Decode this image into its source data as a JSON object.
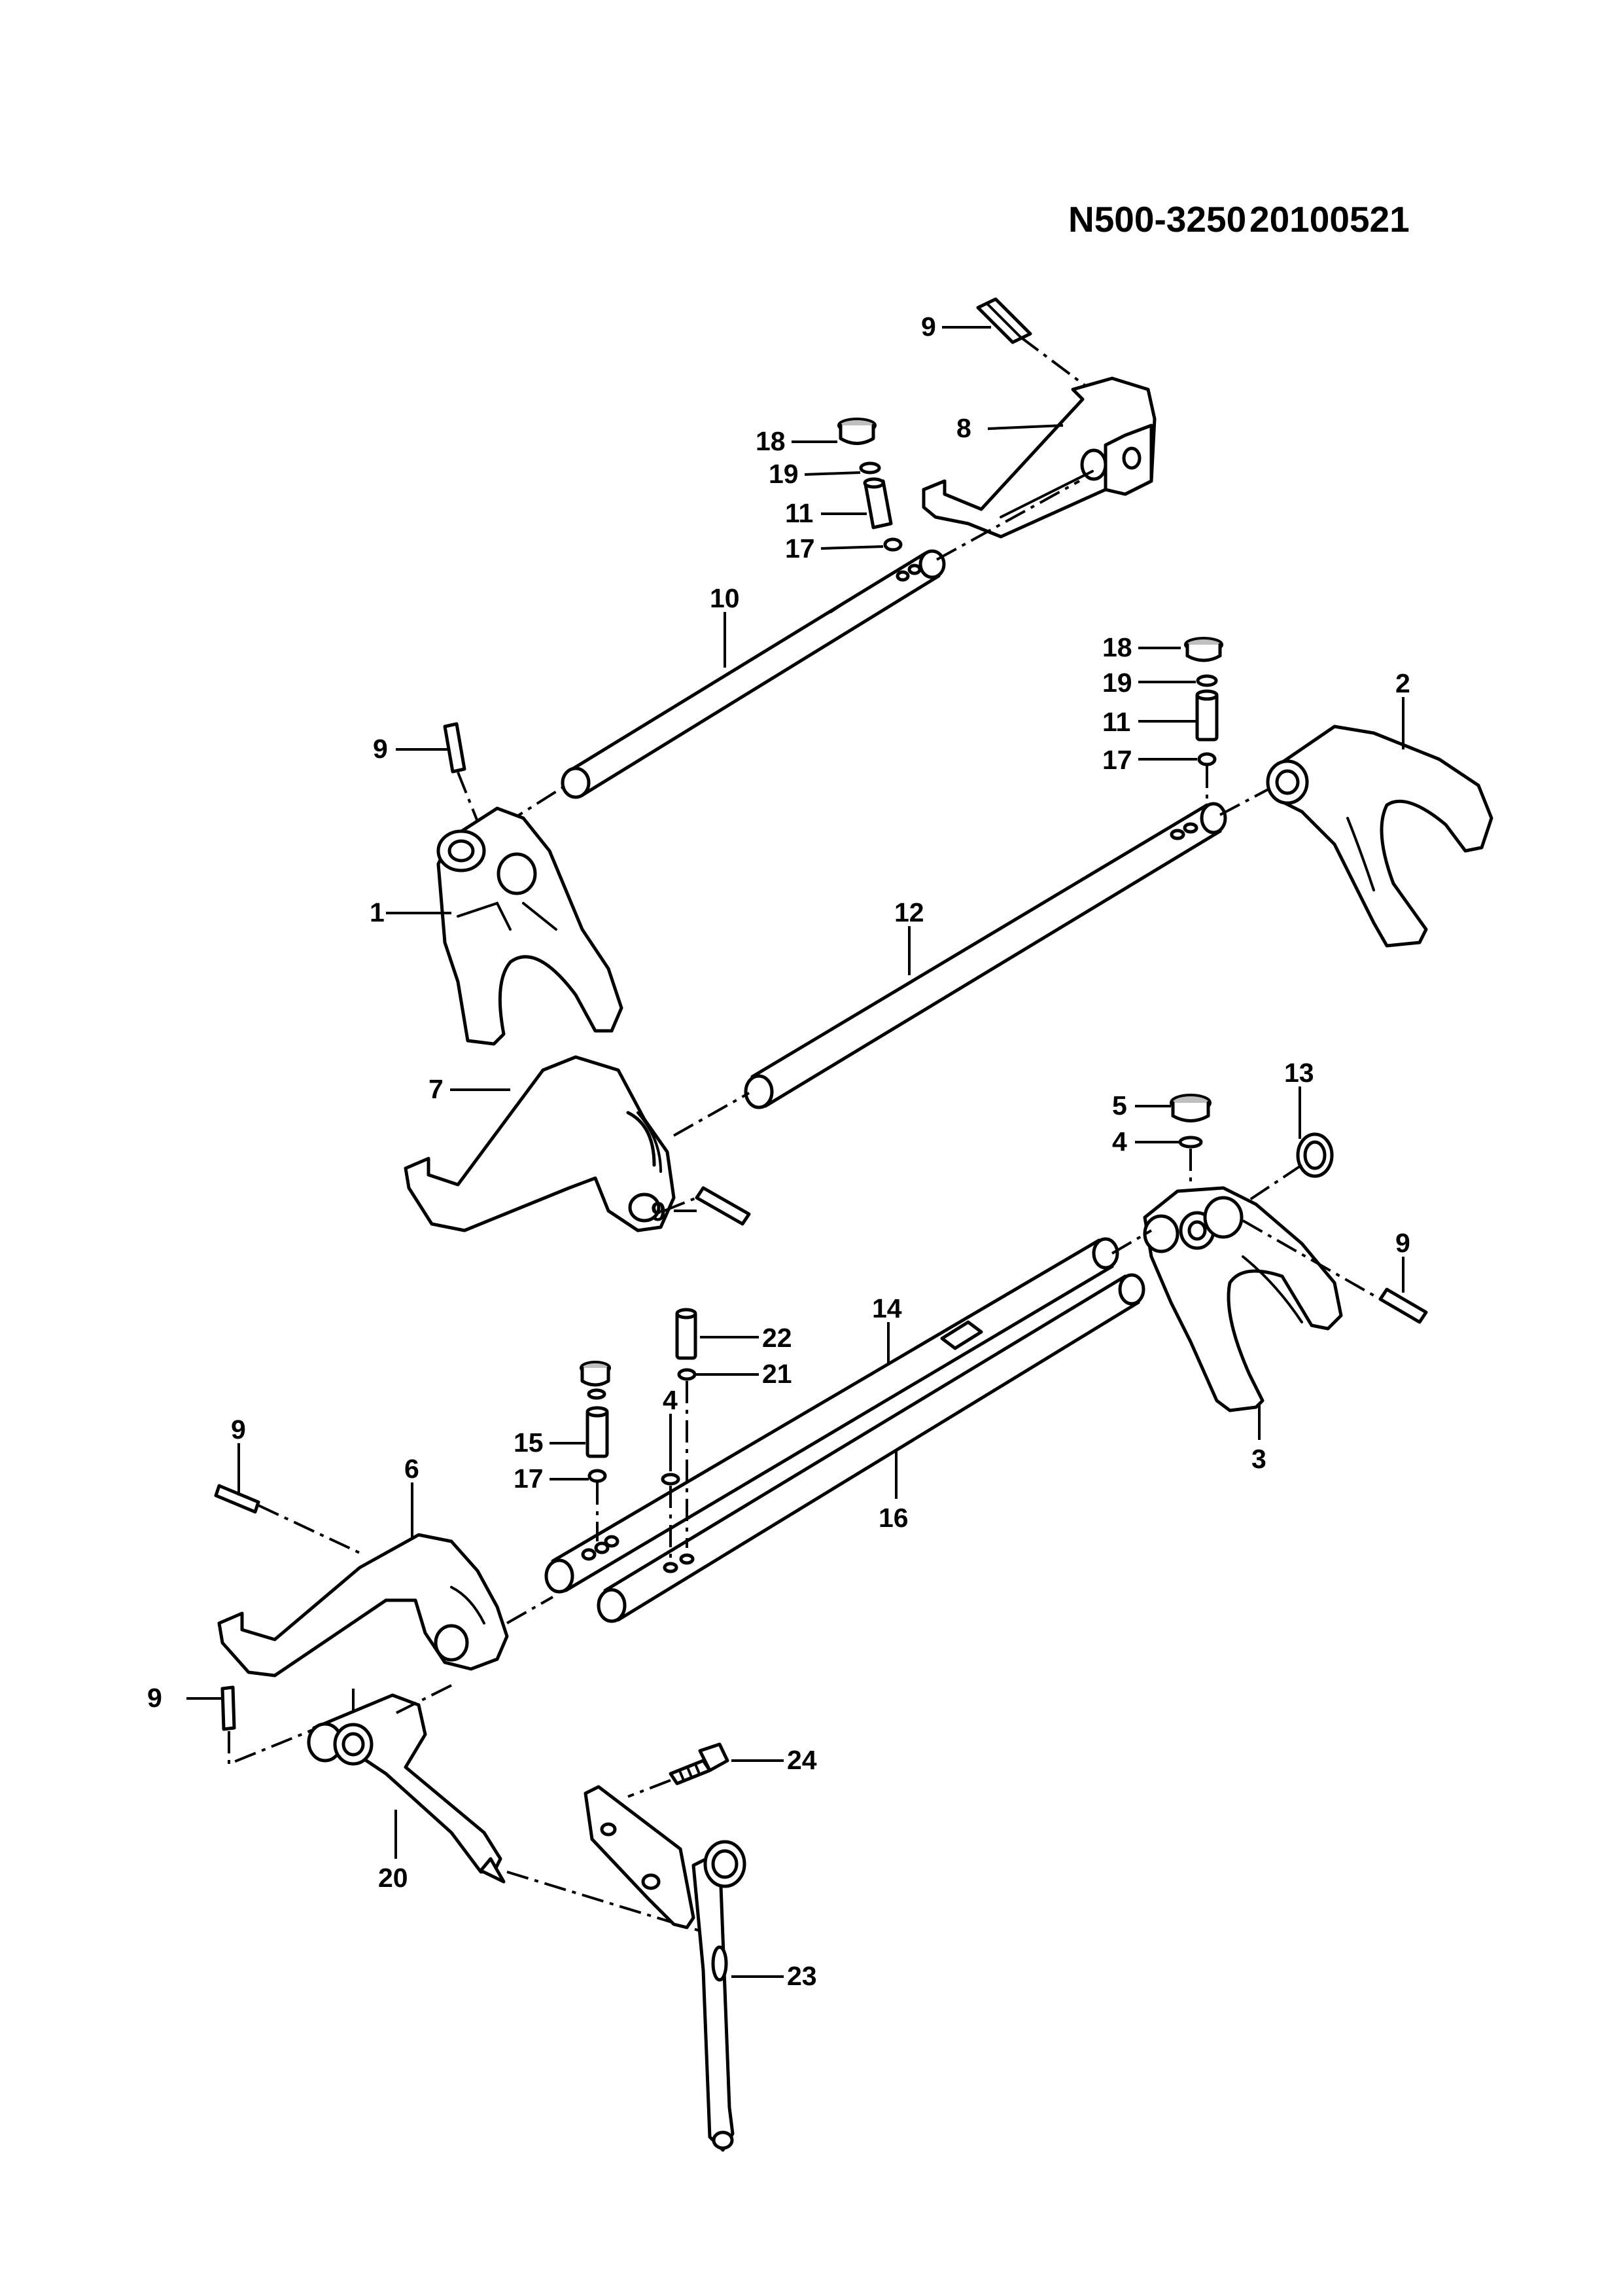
{
  "header": {
    "part_number": "N500-3250",
    "date_code": "20100521"
  },
  "callouts": {
    "c1": "1",
    "c2": "2",
    "c3": "3",
    "c4a": "4",
    "c4b": "4",
    "c5": "5",
    "c6": "6",
    "c7": "7",
    "c8": "8",
    "c9a": "9",
    "c9b": "9",
    "c9c": "9",
    "c9d": "9",
    "c9e": "9",
    "c9f": "9",
    "c10": "10",
    "c11a": "11",
    "c11b": "11",
    "c12": "12",
    "c13": "13",
    "c14": "14",
    "c15": "15",
    "c16": "16",
    "c17a": "17",
    "c17b": "17",
    "c17c": "17",
    "c18a": "18",
    "c18b": "18",
    "c19a": "19",
    "c19b": "19",
    "c20": "20",
    "c21": "21",
    "c22": "22",
    "c23": "23",
    "c24": "24"
  }
}
